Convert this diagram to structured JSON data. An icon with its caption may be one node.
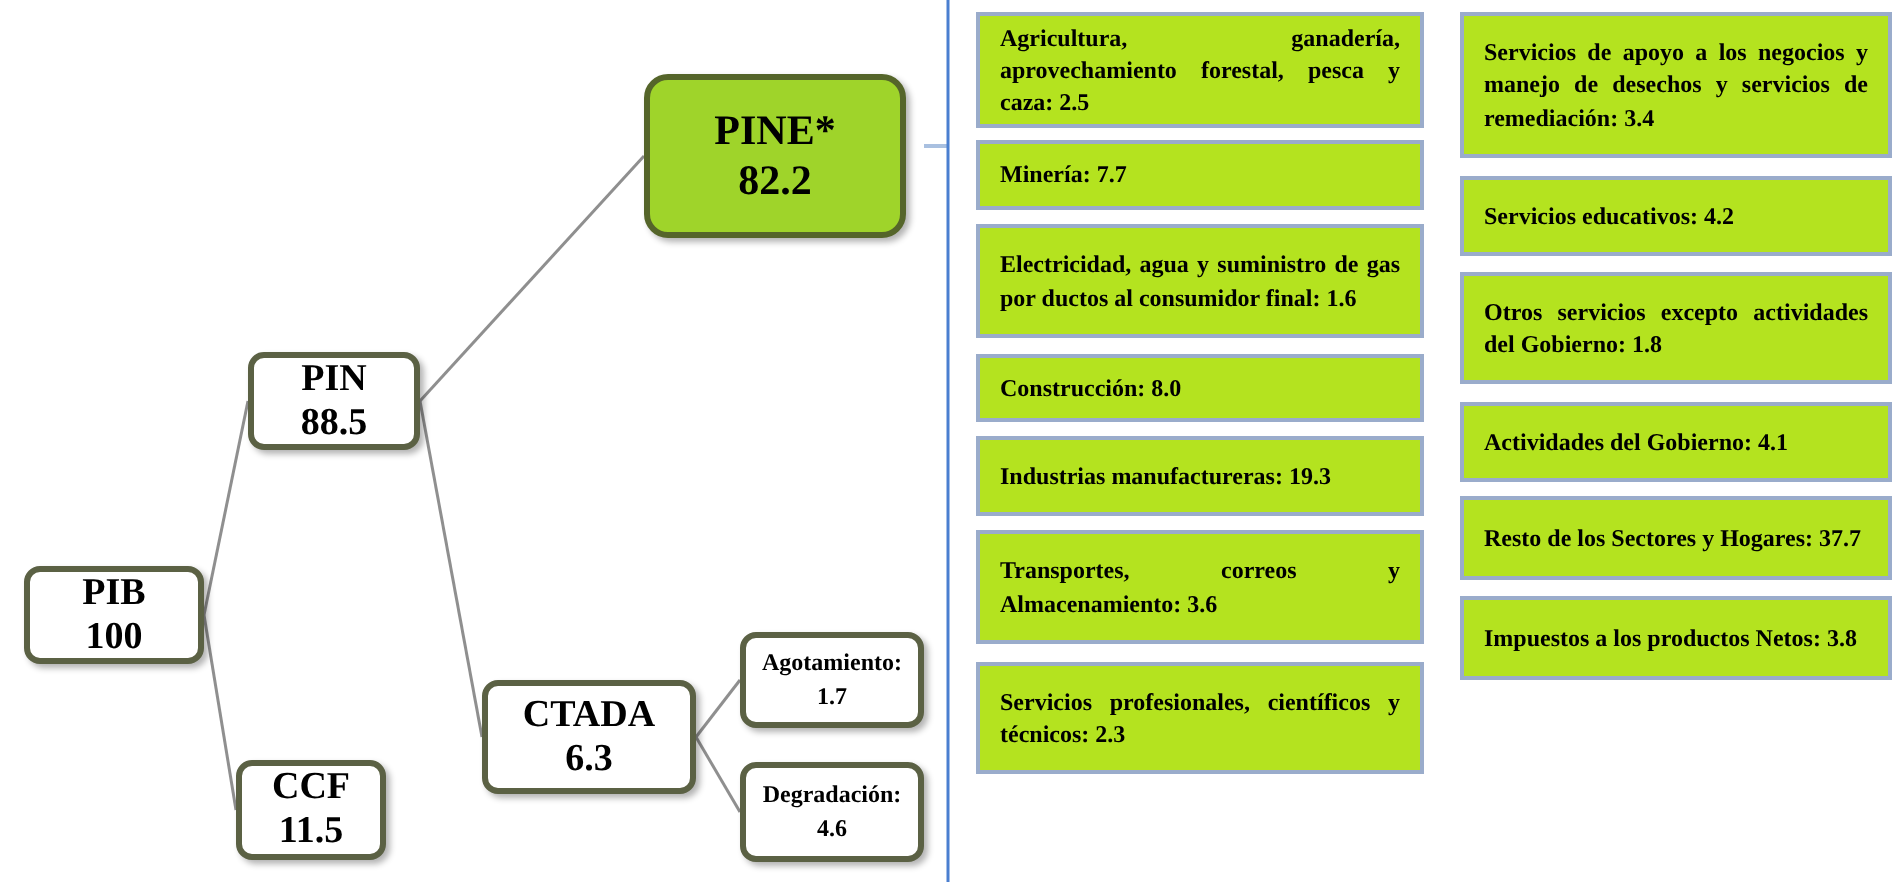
{
  "diagram": {
    "nodes": [
      {
        "text": [
          "PIB",
          "100"
        ]
      },
      {
        "text": [
          "PIN",
          "88.5"
        ]
      },
      {
        "text": [
          "CCF",
          "11.5"
        ]
      },
      {
        "text": [
          "PINE*",
          "82.2"
        ]
      },
      {
        "text": [
          "CTADA",
          "6.3"
        ]
      },
      {
        "text": [
          "Agotamiento:",
          "1.7"
        ]
      },
      {
        "text": [
          "Degradación:",
          "4.6"
        ]
      },
      {
        "text": [
          "Agricultura, ganadería, aprovechamiento forestal, pesca y caza: 2.5"
        ]
      },
      {
        "text": [
          "Minería: 7.7"
        ]
      },
      {
        "text": [
          "Electricidad, agua y suministro de gas por ductos al consumidor final: 1.6"
        ]
      },
      {
        "text": [
          "Construcción: 8.0"
        ]
      },
      {
        "text": [
          "Industrias manufactureras: 19.3"
        ]
      },
      {
        "text": [
          "Transportes, correos y Almacenamiento: 3.6"
        ]
      },
      {
        "text": [
          "Servicios profesionales, científicos y técnicos: 2.3"
        ]
      },
      {
        "text": [
          "Servicios de apoyo a los negocios y manejo de desechos y servicios de remediación: 3.4"
        ]
      },
      {
        "text": [
          "Servicios educativos: 4.2"
        ]
      },
      {
        "text": [
          "Otros servicios excepto actividades del Gobierno: 1.8"
        ]
      },
      {
        "text": [
          "Actividades del Gobierno: 4.1"
        ]
      },
      {
        "text": [
          "Resto de los Sectores y Hogares: 37.7"
        ]
      },
      {
        "text": [
          "Impuestos a los productos Netos: 3.8"
        ]
      }
    ],
    "edges": [
      {
        "from": 0,
        "to": 1,
        "arrow": "none"
      },
      {
        "from": 0,
        "to": 2,
        "arrow": "none"
      },
      {
        "from": 1,
        "to": 3,
        "arrow": "none"
      },
      {
        "from": 1,
        "to": 4,
        "arrow": "none"
      },
      {
        "from": 4,
        "to": 5,
        "arrow": "none"
      },
      {
        "from": 4,
        "to": 6,
        "arrow": "none"
      }
    ]
  }
}
